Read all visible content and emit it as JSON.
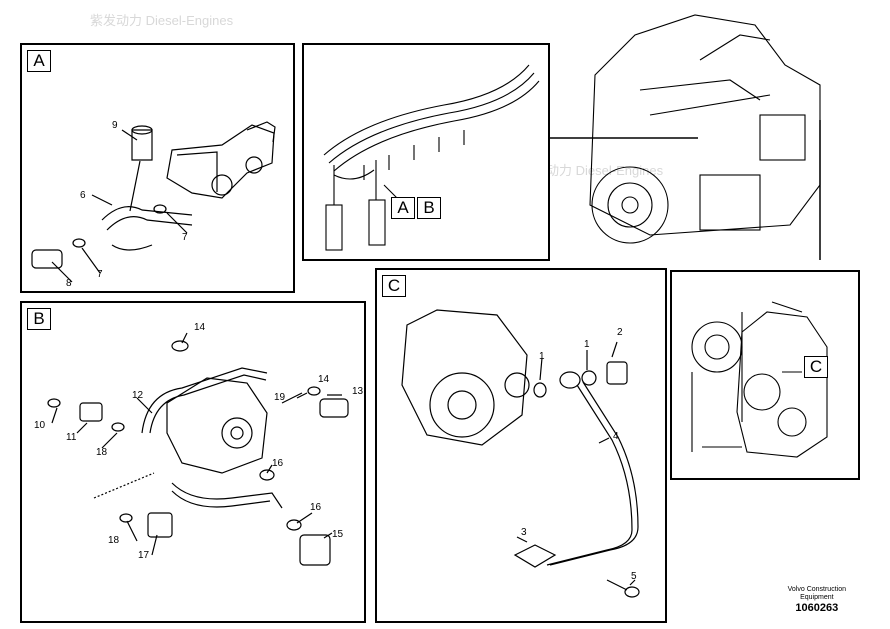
{
  "watermark": {
    "text_cn": "紫发动力",
    "text_en": "Diesel-Engines"
  },
  "panels": {
    "a": {
      "label": "A",
      "numbers": [
        "9",
        "6",
        "7",
        "7",
        "8"
      ]
    },
    "rail": {
      "labels": [
        "A",
        "B"
      ]
    },
    "b": {
      "label": "B",
      "numbers": [
        "14",
        "12",
        "13",
        "14",
        "19",
        "10",
        "11",
        "18",
        "16",
        "18",
        "16",
        "17",
        "15"
      ]
    },
    "c": {
      "label": "C",
      "numbers": [
        "2",
        "1",
        "1",
        "4",
        "3",
        "5"
      ]
    },
    "side": {
      "label": "C"
    }
  },
  "footer": {
    "line1": "Volvo Construction",
    "line2": "Equipment",
    "code": "1060263"
  }
}
